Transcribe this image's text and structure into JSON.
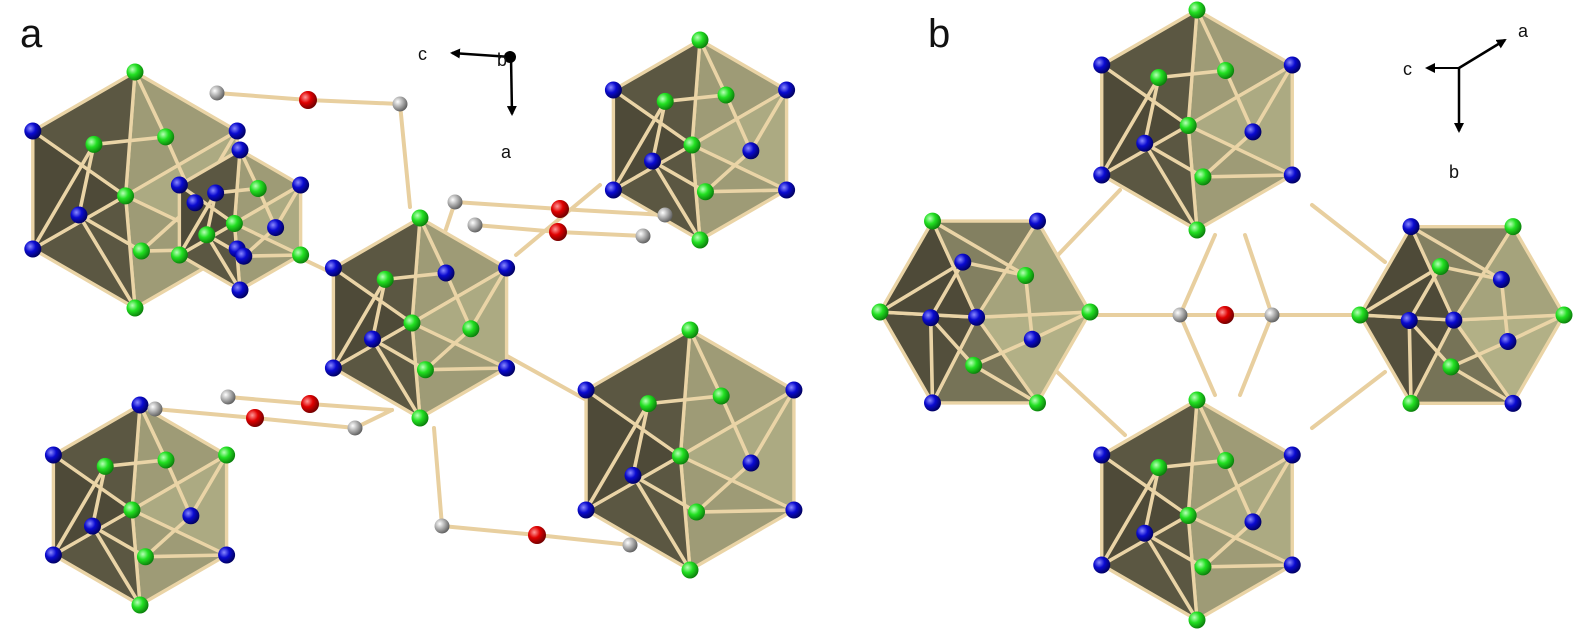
{
  "panels": [
    {
      "id": "a",
      "label": "a",
      "axes": {
        "horizontal": "c",
        "center": "b",
        "vertical": "a"
      }
    },
    {
      "id": "b",
      "label": "b",
      "axes": {
        "horizontal": "c",
        "diagonal": "a",
        "vertical": "b"
      }
    }
  ],
  "colors": {
    "polyhedron_light": "#b7b58a",
    "polyhedron_dark": "#4e4a38",
    "edge": "#ead4a6",
    "atom_green": "#22e022",
    "atom_blue": "#0a0ad0",
    "atom_red": "#e00000",
    "atom_gray": "#a8a8a8",
    "arrow": "#000000"
  }
}
